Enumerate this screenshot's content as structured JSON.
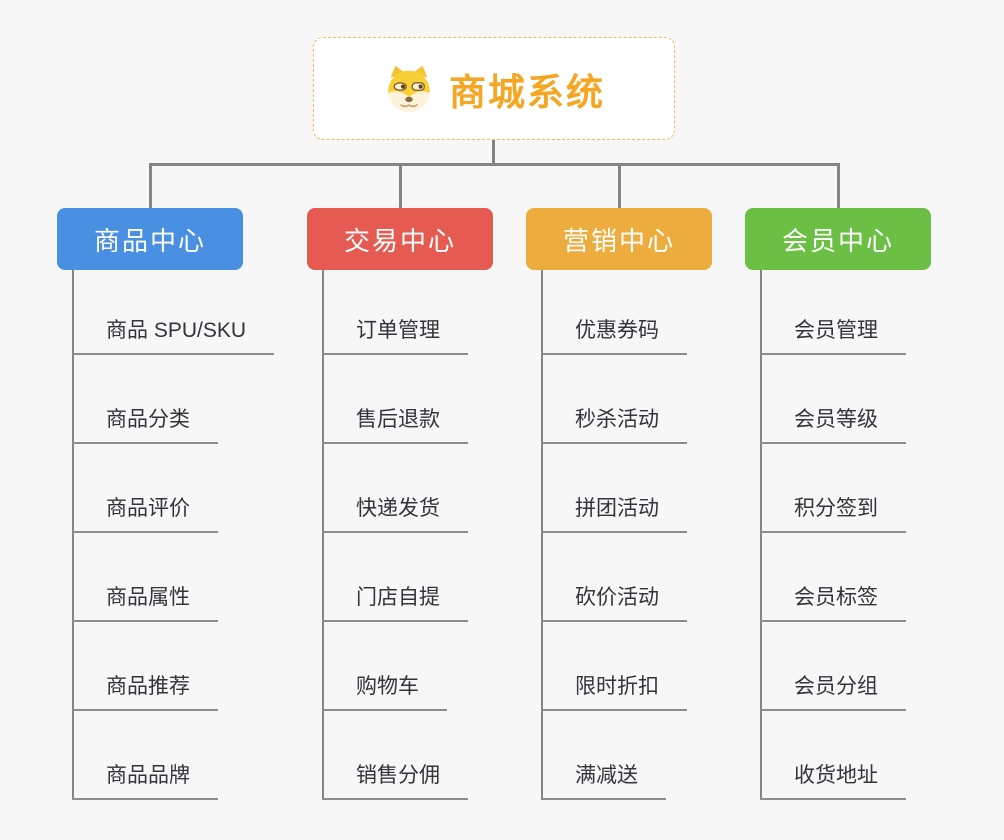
{
  "root": {
    "title": "商城系统",
    "title_color": "#f5a623",
    "icon": "dog-face-icon"
  },
  "connector_color": "#858585",
  "branches": [
    {
      "label": "商品中心",
      "color": "#4a90e2",
      "items": [
        "商品 SPU/SKU",
        "商品分类",
        "商品评价",
        "商品属性",
        "商品推荐",
        "商品品牌"
      ]
    },
    {
      "label": "交易中心",
      "color": "#e55b52",
      "items": [
        "订单管理",
        "售后退款",
        "快递发货",
        "门店自提",
        "购物车",
        "销售分佣"
      ]
    },
    {
      "label": "营销中心",
      "color": "#edad3e",
      "items": [
        "优惠券码",
        "秒杀活动",
        "拼团活动",
        "砍价活动",
        "限时折扣",
        "满减送"
      ]
    },
    {
      "label": "会员中心",
      "color": "#6cbf45",
      "items": [
        "会员管理",
        "会员等级",
        "积分签到",
        "会员标签",
        "会员分组",
        "收货地址"
      ]
    }
  ]
}
